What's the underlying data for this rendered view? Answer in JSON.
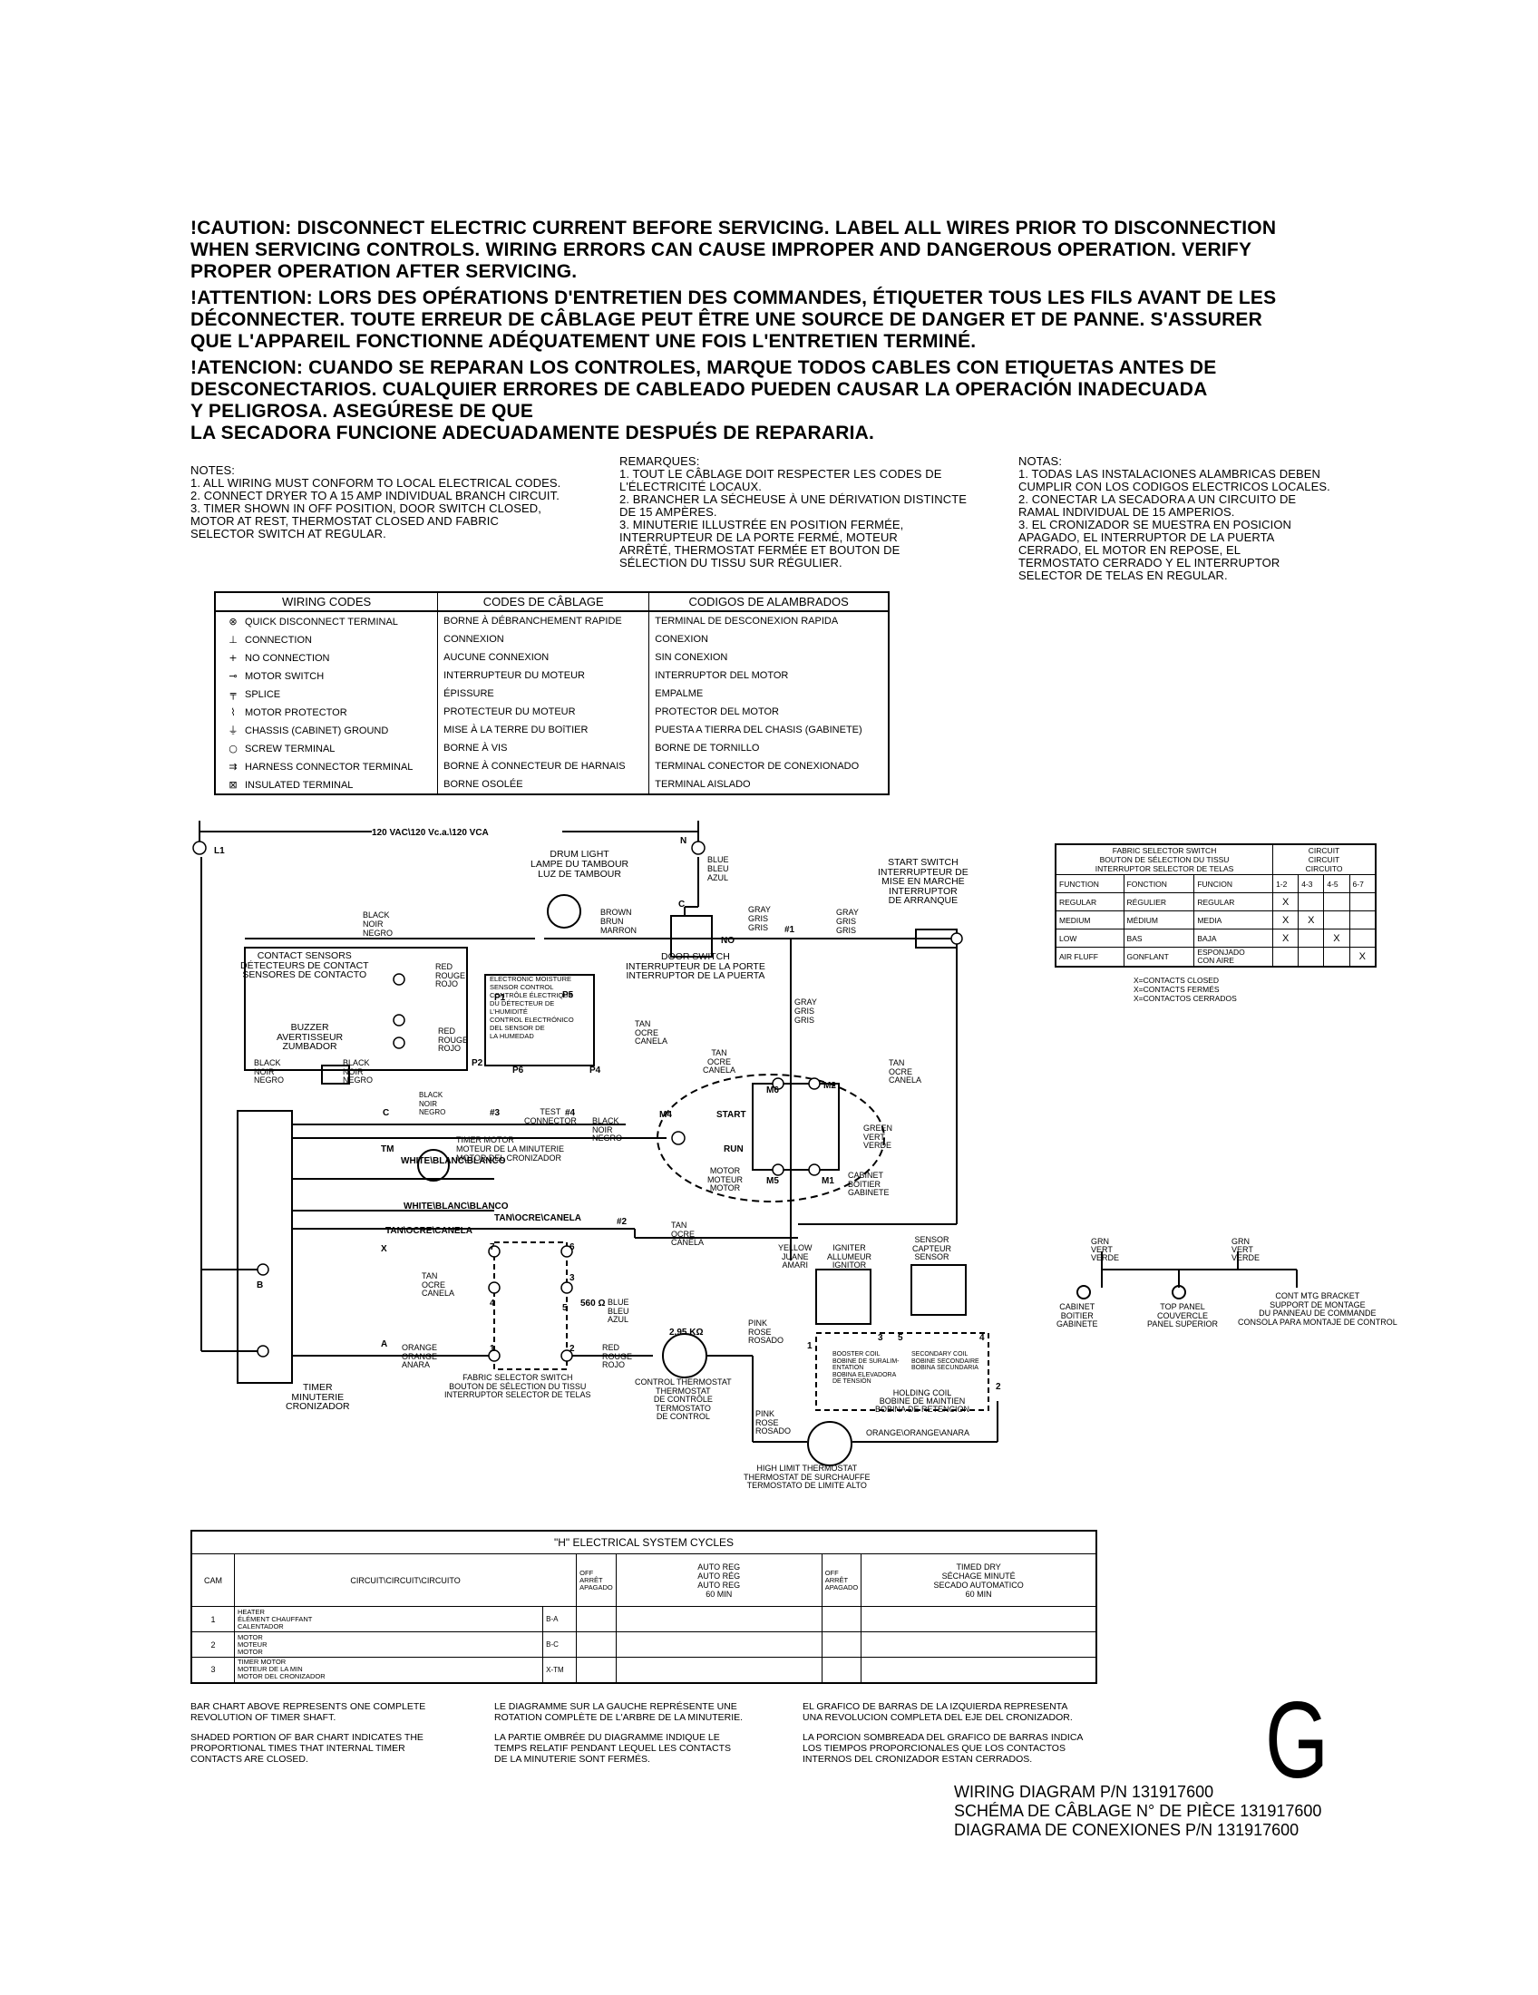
{
  "caution": {
    "en": "!CAUTION: DISCONNECT ELECTRIC CURRENT BEFORE SERVICING. LABEL ALL WIRES PRIOR TO DISCONNECTION\n WHEN SERVICING CONTROLS. WIRING ERRORS CAN CAUSE IMPROPER AND DANGEROUS OPERATION. VERIFY\n PROPER OPERATION AFTER SERVICING.",
    "fr": "!ATTENTION: LORS DES OPÉRATIONS D'ENTRETIEN DES COMMANDES, ÉTIQUETER TOUS LES FILS AVANT DE LES\n DÉCONNECTER. TOUTE ERREUR DE CÂBLAGE PEUT ÊTRE UNE SOURCE DE DANGER ET DE PANNE. S'ASSURER\n QUE L'APPAREIL FONCTIONNE ADÉQUATEMENT UNE FOIS L'ENTRETIEN TERMINÉ.",
    "es": "!ATENCION: CUANDO SE REPARAN LOS CONTROLES, MARQUE TODOS CABLES CON ETIQUETAS ANTES DE\n DESCONECTARIOS.   CUALQUIER ERRORES DE CABLEADO PUEDEN CAUSAR LA OPERACIÓN INADECUADA\n Y PELIGROSA. ASEGÚRESE DE QUE\n LA SECADORA FUNCIONE ADECUADAMENTE DESPUÉS DE REPARARIA."
  },
  "notes": {
    "en": "NOTES:\n1. ALL WIRING MUST CONFORM TO LOCAL ELECTRICAL CODES.\n2. CONNECT DRYER TO A 15 AMP INDIVIDUAL BRANCH CIRCUIT.\n3. TIMER SHOWN IN OFF POSITION, DOOR SWITCH CLOSED,\n    MOTOR AT REST, THERMOSTAT CLOSED AND FABRIC\n    SELECTOR SWITCH AT REGULAR.",
    "fr": "REMARQUES:\n1. TOUT LE CÂBLAGE DOIT RESPECTER LES CODES DE\n    L'ÉLECTRICITÉ LOCAUX.\n2. BRANCHER LA SÉCHEUSE À UNE DÉRIVATION DISTINCTE\n    DE 15 AMPÈRES.\n3. MINUTERIE ILLUSTRÉE EN POSITION FERMÉE,\n    INTERRUPTEUR DE LA PORTE FERMÉ, MOTEUR\n    ARRÊTÉ, THERMOSTAT FERMÉE ET BOUTON DE\n    SÉLECTION DU TISSU SUR RÉGULIER.",
    "es": "NOTAS:\n1. TODAS LAS INSTALACIONES ALAMBRICAS DEBEN\n    CUMPLIR CON LOS CODIGOS ELECTRICOS LOCALES.\n2. CONECTAR LA SECADORA A UN CIRCUITO DE\n    RAMAL INDIVIDUAL DE 15 AMPERIOS.\n3. EL CRONIZADOR SE MUESTRA EN POSICION\n    APAGADO, EL INTERRUPTOR DE LA PUERTA\n    CERRADO, EL MOTOR EN REPOSE, EL\n    TERMOSTATO CERRADO Y EL INTERRUPTOR\n    SELECTOR DE TELAS EN REGULAR."
  },
  "wiring_codes": {
    "headers": [
      "WIRING CODES",
      "CODES DE CÂBLAGE",
      "CODIGOS DE ALAMBRADOS"
    ],
    "rows": [
      {
        "icon": "quick-disconnect-terminal",
        "glyph": "⊗",
        "en": "QUICK DISCONNECT TERMINAL",
        "fr": "BORNE À DÉBRANCHEMENT RAPIDE",
        "es": "TERMINAL DE DESCONEXION RAPIDA"
      },
      {
        "icon": "connection",
        "glyph": "⊥",
        "en": "CONNECTION",
        "fr": "CONNEXION",
        "es": "CONEXION"
      },
      {
        "icon": "no-connection",
        "glyph": "+",
        "en": "NO CONNECTION",
        "fr": "AUCUNE CONNEXION",
        "es": "SIN CONEXION"
      },
      {
        "icon": "motor-switch",
        "glyph": "⊸",
        "en": "MOTOR SWITCH",
        "fr": "INTERRUPTEUR DU MOTEUR",
        "es": "INTERRUPTOR DEL MOTOR"
      },
      {
        "icon": "splice",
        "glyph": "╤",
        "en": "SPLICE",
        "fr": "ÉPISSURE",
        "es": "EMPALME"
      },
      {
        "icon": "motor-protector",
        "glyph": "⌇",
        "en": "MOTOR PROTECTOR",
        "fr": "PROTECTEUR DU MOTEUR",
        "es": "PROTECTOR DEL MOTOR"
      },
      {
        "icon": "chassis-ground",
        "glyph": "⏚",
        "en": "CHASSIS (CABINET) GROUND",
        "fr": "MISE À LA TERRE DU BOîTIER",
        "es": "PUESTA A TIERRA DEL CHASIS (GABINETE)"
      },
      {
        "icon": "screw-terminal",
        "glyph": "○",
        "en": "SCREW TERMINAL",
        "fr": "BORNE À VIS",
        "es": "BORNE DE TORNILLO"
      },
      {
        "icon": "harness-connector",
        "glyph": "⇉",
        "en": "HARNESS CONNECTOR TERMINAL",
        "fr": "BORNE À CONNECTEUR DE HARNAIS",
        "es": "TERMINAL CONECTOR DE CONEXIONADO"
      },
      {
        "icon": "insulated-terminal",
        "glyph": "⊠",
        "en": "INSULATED TERMINAL",
        "fr": "BORNE OSOLÉE",
        "es": "TERMINAL AISLADO"
      }
    ]
  },
  "fabric_table": {
    "header_left": "FABRIC SELECTOR SWITCH\nBOUTON DE SÉLECTION DU TISSU\nINTERRUPTOR SELECTOR DE TELAS",
    "header_right": "CIRCUIT\nCIRCUIT\nCIRCUITO",
    "cols": [
      "FUNCTION",
      "FONCTION",
      "FUNCION",
      "1-2",
      "4-3",
      "4-5",
      "6-7"
    ],
    "rows": [
      [
        "REGULAR",
        "RÉGULIER",
        "REGULAR",
        "X",
        "",
        "",
        ""
      ],
      [
        "MEDIUM",
        "MÉDIUM",
        "MEDIA",
        "X",
        "X",
        "",
        ""
      ],
      [
        "LOW",
        "BAS",
        "BAJA",
        "X",
        "",
        "X",
        ""
      ],
      [
        "AIR FLUFF",
        "GONFLANT",
        "ESPONJADO\nCON AIRE",
        "",
        "",
        "",
        "X"
      ]
    ],
    "note": "X=CONTACTS CLOSED\nX=CONTACTS FERMÉS\nX=CONTACTOS CERRADOS"
  },
  "diagram": {
    "supply": "120 VAC\\120 Vc.a.\\120 VCA",
    "l1": "L1",
    "n": "N",
    "drum_light": "DRUM LIGHT\nLAMPE DU TAMBOUR\nLUZ DE TAMBOUR",
    "blue": "BLUE\nBLEU\nAZUL",
    "black_noir_negro": "BLACK\nNOIR\nNEGRO",
    "brown": "BROWN\nBRUN\nMARRON",
    "gray1": "GRAY\nGRIS\nGRIS",
    "gray2": "GRAY\nGRIS\nGRIS",
    "gray3": "GRAY\nGRIS\nGRIS",
    "start_switch": "START SWITCH\nINTERRUPTEUR DE\nMISE EN MARCHE\nINTERRUPTOR\nDE ARRANQUE",
    "c_label": "C",
    "no_label": "NO",
    "h1": "#1",
    "h2": "#2",
    "h3": "#3",
    "h4": "#4",
    "contact_sensors": "CONTACT SENSORS\nDÉTECTEURS DE CONTACT\nSENSORES DE CONTACTO",
    "red1": "RED\nROUGE\nROJO",
    "red2": "RED\nROUGE\nROJO",
    "red3": "RED\nROUGE\nROJO",
    "emc": "ELECTRONIC MOISTURE\nSENSOR CONTROL\nCONTRÔLE ÉLECTRIQUE\nDU DÉTECTEUR DE\nL'HUMIDITÉ\nCONTROL ELECTRÓNICO\nDEL SENSOR DE\nLA HUMEDAD",
    "p1": "P1",
    "p2": "P2",
    "p4": "P4",
    "p5": "P5",
    "p6": "P6",
    "door_switch": "DOOR SWITCH\nINTERRUPTEUR DE LA PORTE\nINTERRUPTOR DE LA PUERTA",
    "tan1": "TAN\nOCRE\nCANELA",
    "tan2": "TAN\nOCRE\nCANELA",
    "tan3": "TAN\nOCRE\nCANELA",
    "tan4": "TAN\nOCRE\nCANELA",
    "tan5": "TAN\nOCRE\nCANELA",
    "buzzer": "BUZZER\nAVERTISSEUR\nZUMBADOR",
    "black2": "BLACK\nNOIR\nNEGRO",
    "black3": "BLACK\nNOIR\nNEGRO",
    "black4": "BLACK\nNOIR\nNEGRO",
    "black5": "BLACK\nNOIR\nNEGRO",
    "test_connector": "TEST\nCONNECTOR",
    "timer_motor": "TIMER MOTOR\nMOTEUR DE LA MINUTERIE\nMOTOR DEL CRONIZADOR",
    "start": "START",
    "run": "RUN",
    "m1": "M1",
    "m2": "M2",
    "m4": "M4",
    "m5": "M5",
    "m6": "M6",
    "green": "GREEN\nVERT\nVERDE",
    "cabinet": "CABINET\nBOîTIER\nGABINETE",
    "motor": "MOTOR\nMOTEUR\nMOTOR",
    "tm": "TM",
    "white": "WHITE\\BLANC\\BLANCO",
    "white2": "WHITE\\BLANC\\BLANCO",
    "tan_line": "TAN\\OCRE\\CANELA",
    "tan_line2": "TAN\\OCRE\\CANELA",
    "c": "C",
    "x": "X",
    "b": "B",
    "a": "A",
    "yellow": "YELLOW\nJUANE\nAMARI",
    "igniter": "IGNITER\nALLUMEUR\nIGNITOR",
    "sensor": "SENSOR\nCAPTEUR\nSENSOR",
    "r560": "560 Ω",
    "blue2": "BLUE\nBLEU\nAZUL",
    "k295": "2.95 KΩ",
    "pink1": "PINK\nROSE\nROSADO",
    "pink2": "PINK\nROSE\nROSADO",
    "orange1": "ORANGE\nORANGE\nANARA",
    "orange2": "ORANGE\\ORANGE\\ANARA",
    "fabric_switch": "FABRIC SELECTOR SWITCH\nBOUTON DE SÉLECTION DU TISSU\nINTERRUPTOR SELECTOR DE TELAS",
    "control_thermostat": "CONTROL THERMOSTAT\nTHERMOSTAT\nDE CONTRÔLE\nTERMOSTATO\nDE CONTROL",
    "booster": "BOOSTER COIL\nBOBINE DE SURALIM-\nENTATION\nBOBINA ELEVADORA\nDE TENSIÓN",
    "secondary": "SECONDARY COIL\nBOBINE SECONDAIRE\nBOBINA SECUNDARIA",
    "holding": "HOLDING COIL\nBOBINE DE MAINTIEN\nBOBINA DE RETENCION",
    "high_limit": "HIGH LIMIT THERMOSTAT\nTHERMOSTAT DE SURCHAUFFE\nTERMOSTATO DE LIMITE ALTO",
    "timer": "TIMER\nMINUTERIE\nCRONIZADOR",
    "n1": "1",
    "n2": "2",
    "n3": "3",
    "n4": "4",
    "n5": "5",
    "n6": "6",
    "n7": "7",
    "t1": "1",
    "t2": "2",
    "t3": "3",
    "t5": "5",
    "t4": "4",
    "grn1": "GRN\nVERT\nVERDE",
    "grn2": "GRN\nVERT\nVERDE",
    "g_cabinet": "CABINET\nBOîTIER\nGABINETE",
    "g_top": "TOP PANEL\nCOUVERCLE\nPANEL SUPERIOR",
    "g_cont": "CONT MTG BRACKET\nSUPPORT DE MONTAGE\nDU PANNEAU DE COMMANDE\nCONSOLA PARA MONTAJE DE CONTROL"
  },
  "cycles": {
    "title": "\"H\" ELECTRICAL SYSTEM CYCLES",
    "cam": "CAM",
    "circuit": "CIRCUIT\\CIRCUIT\\CIRCUITO",
    "off1": "OFF\nARRÊT\nAPAGADO",
    "auto": "AUTO REG\nAUTO RÉG\nAUTO REG\n60 MIN",
    "off2": "OFF\nARRÊT\nAPAGADO",
    "timed": "TIMED DRY\nSÉCHAGE MINUTÉ\nSECADO AUTOMATICO\n60 MIN",
    "rows": [
      {
        "cam": "1",
        "name": "HEATER\nÉLÉMENT CHAUFFANT\nCALENTADOR",
        "code": "B-A"
      },
      {
        "cam": "2",
        "name": "MOTOR\nMOTEUR\nMOTOR",
        "code": "B-C"
      },
      {
        "cam": "3",
        "name": "TIMER MOTOR\nMOTEUR DE LA MIN\nMOTOR DEL CRONIZADOR",
        "code": "X-TM"
      }
    ]
  },
  "bar_notes": {
    "en1": "BAR CHART ABOVE REPRESENTS ONE COMPLETE\nREVOLUTION OF TIMER SHAFT.",
    "en2": "SHADED PORTION OF BAR CHART INDICATES THE\nPROPORTIONAL TIMES THAT INTERNAL TIMER\nCONTACTS ARE CLOSED.",
    "fr1": "LE DIAGRAMME SUR LA GAUCHE REPRÉSENTE UNE\nROTATION COMPLÈTE DE L'ARBRE DE LA MINUTERIE.",
    "fr2": "LA PARTIE OMBRÉE DU DIAGRAMME INDIQUE LE\nTEMPS RELATIF PENDANT LEQUEL LES CONTACTS\nDE LA MINUTERIE SONT FERMÉS.",
    "es1": "EL GRAFICO DE BARRAS DE LA IZQUIERDA REPRESENTA\nUNA REVOLUCION COMPLETA DEL EJE DEL CRONIZADOR.",
    "es2": "LA PORCION SOMBREADA DEL GRAFICO DE BARRAS INDICA\nLOS TIEMPOS PROPORCIONALES QUE LOS CONTACTOS\nINTERNOS DEL CRONIZADOR ESTAN CERRADOS."
  },
  "title_block": "WIRING DIAGRAM  P/N 131917600\nSCHÉMA DE CÂBLAGE N° DE PIÈCE 131917600\nDIAGRAMA DE CONEXIONES  P/N 131917600",
  "corner_letter": "G"
}
